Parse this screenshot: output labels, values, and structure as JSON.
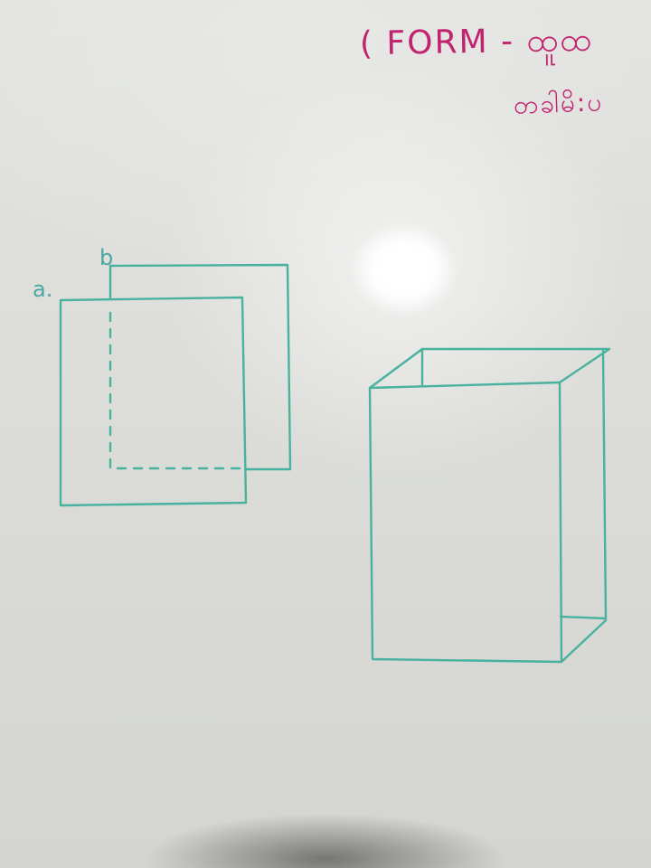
{
  "board": {
    "title_note": "( FORM - ထူထ",
    "sub_note": "တခါမိ:ပ",
    "labels": {
      "a": "a.",
      "b": "b"
    },
    "colors": {
      "marker_green": "#49b29e",
      "marker_pink": "#c2236e",
      "board": "#dcddd9"
    }
  }
}
